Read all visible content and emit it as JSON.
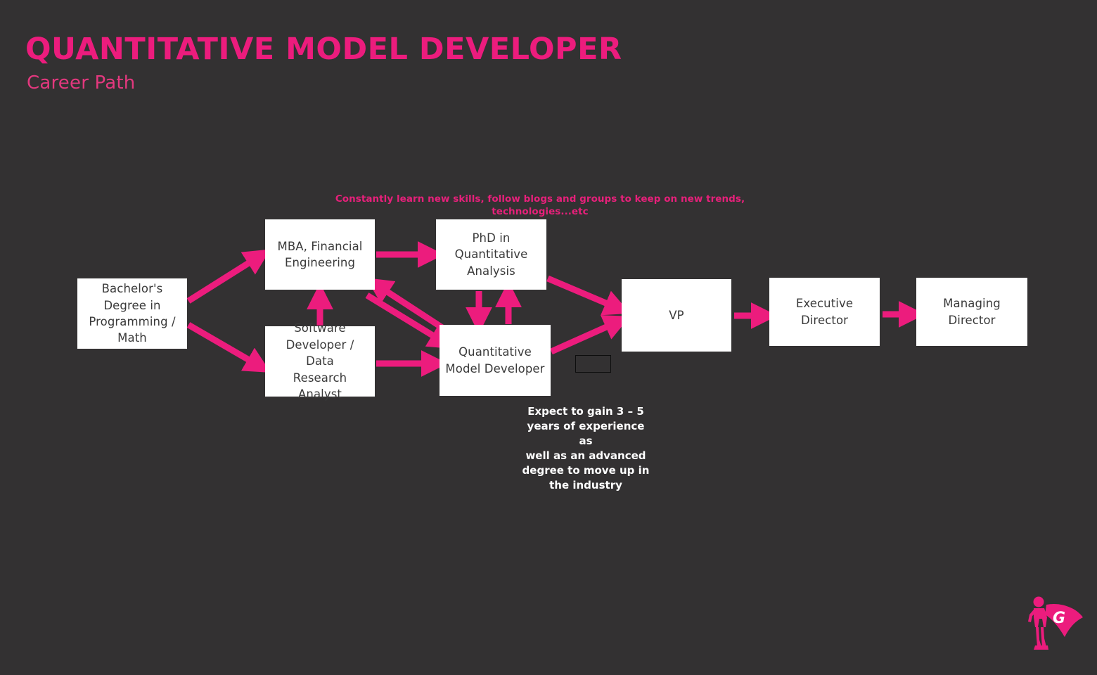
{
  "header": {
    "title": "QUANTITATIVE MODEL DEVELOPER",
    "subtitle": "Career Path"
  },
  "colors": {
    "background": "#333132",
    "accent_pink": "#EC1C7D",
    "node_fill": "#FFFFFF",
    "node_text": "#3A3A3A",
    "note_white": "#FFFFFF"
  },
  "notes": {
    "top": "Constantly learn new skills, follow blogs and groups to keep on new trends, technologies...etc",
    "bottom": "Expect to gain 3 – 5\nyears of experience as\nwell as an advanced\ndegree to move up in\nthe industry"
  },
  "nodes": [
    {
      "id": "bachelors",
      "label": "Bachelor's\nDegree in\nProgramming /\nMath"
    },
    {
      "id": "mba",
      "label": "MBA, Financial\nEngineering"
    },
    {
      "id": "software",
      "label": "Software\nDeveloper / Data\nResearch Analyst"
    },
    {
      "id": "phd",
      "label": "PhD in\nQuantitative\nAnalysis"
    },
    {
      "id": "quant",
      "label": "Quantitative\nModel Developer"
    },
    {
      "id": "vp",
      "label": "VP"
    },
    {
      "id": "execdir",
      "label": "Executive\nDirector"
    },
    {
      "id": "mgmtdir",
      "label": "Managing\nDirector"
    },
    {
      "id": "blank",
      "label": ""
    }
  ],
  "logo": {
    "name": "superhero-g-logo",
    "letter": "G"
  },
  "chart_data": {
    "type": "flowchart",
    "title": "QUANTITATIVE MODEL DEVELOPER Career Path",
    "nodes": [
      "Bachelor's Degree in Programming / Math",
      "MBA, Financial Engineering",
      "Software Developer / Data Research Analyst",
      "PhD in Quantitative Analysis",
      "Quantitative Model Developer",
      "VP",
      "Executive Director",
      "Managing Director"
    ],
    "edges": [
      {
        "from": "Bachelor's Degree in Programming / Math",
        "to": "MBA, Financial Engineering"
      },
      {
        "from": "Bachelor's Degree in Programming / Math",
        "to": "Software Developer / Data Research Analyst"
      },
      {
        "from": "MBA, Financial Engineering",
        "to": "PhD in Quantitative Analysis"
      },
      {
        "from": "MBA, Financial Engineering",
        "to": "Quantitative Model Developer"
      },
      {
        "from": "Quantitative Model Developer",
        "to": "MBA, Financial Engineering"
      },
      {
        "from": "Software Developer / Data Research Analyst",
        "to": "MBA, Financial Engineering"
      },
      {
        "from": "Software Developer / Data Research Analyst",
        "to": "Quantitative Model Developer"
      },
      {
        "from": "PhD in Quantitative Analysis",
        "to": "Quantitative Model Developer"
      },
      {
        "from": "Quantitative Model Developer",
        "to": "PhD in Quantitative Analysis"
      },
      {
        "from": "PhD in Quantitative Analysis",
        "to": "VP"
      },
      {
        "from": "Quantitative Model Developer",
        "to": "VP"
      },
      {
        "from": "VP",
        "to": "Executive Director"
      },
      {
        "from": "Executive Director",
        "to": "Managing Director"
      }
    ],
    "annotations": [
      "Constantly learn new skills, follow blogs and groups to keep on new trends, technologies...etc",
      "Expect to gain 3 – 5 years of experience as well as an advanced degree to move up in the industry"
    ]
  }
}
